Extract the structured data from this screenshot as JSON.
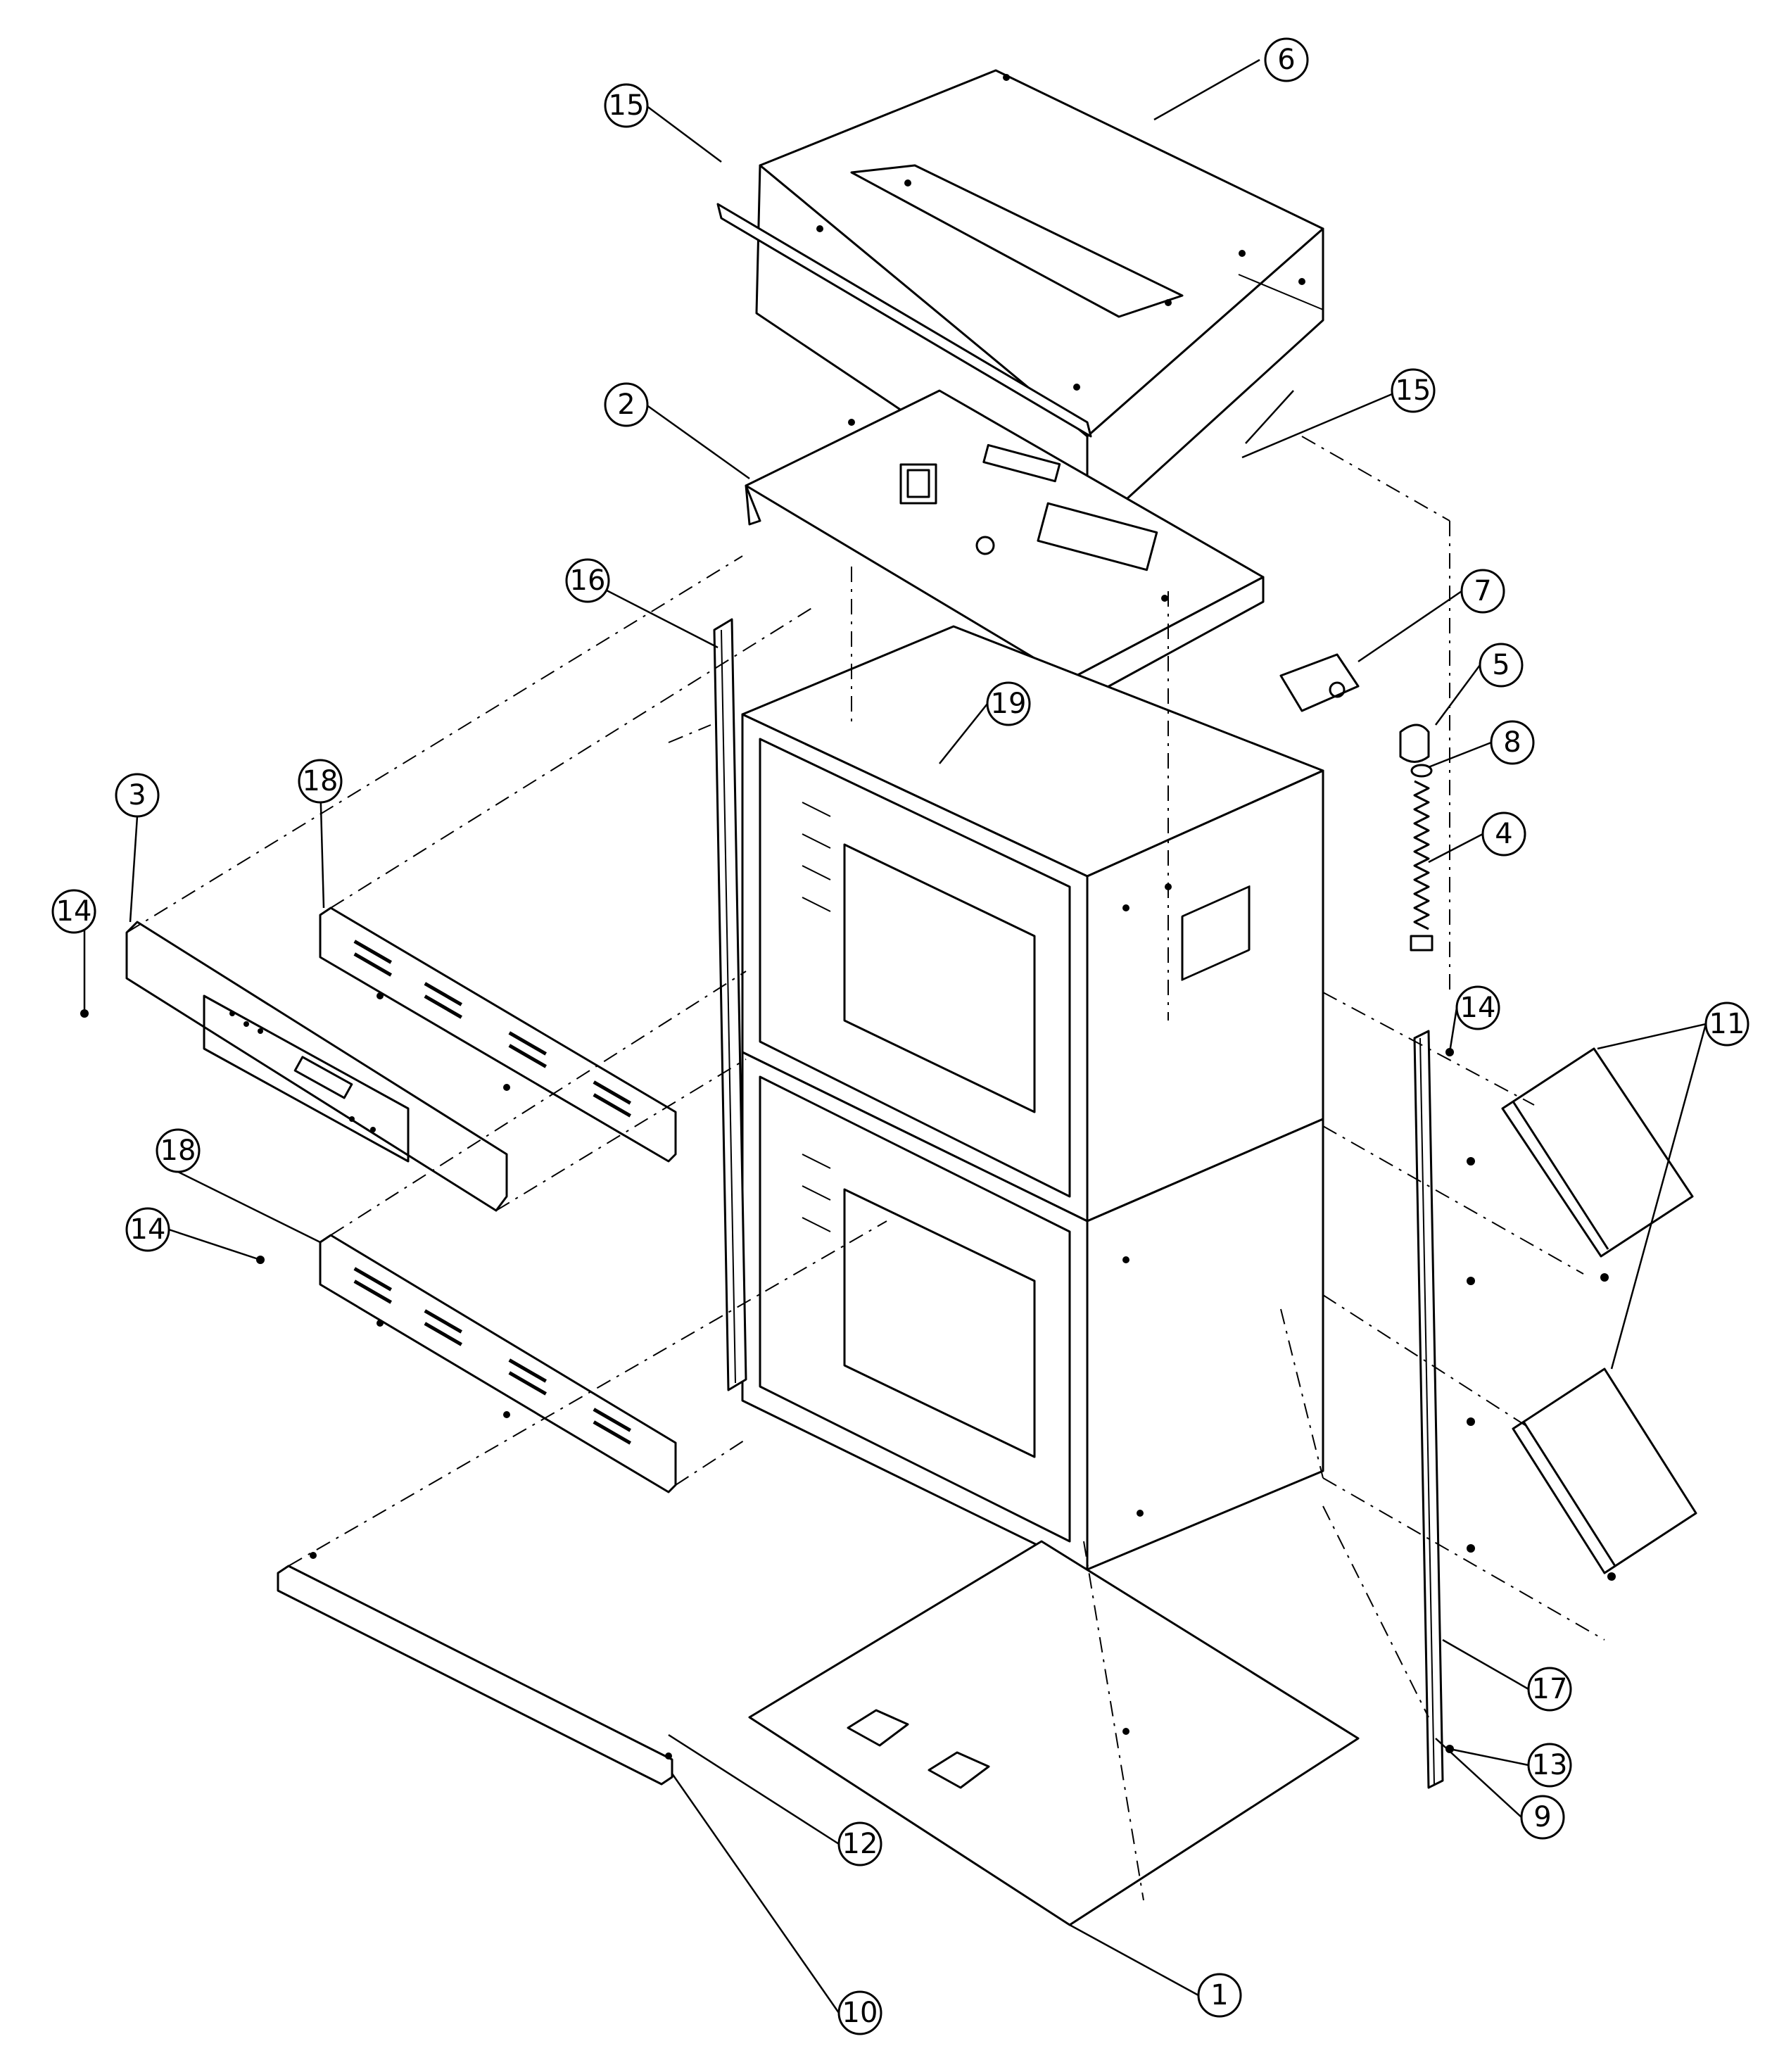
{
  "diagram": {
    "callouts": [
      {
        "id": "c15a",
        "label": "15"
      },
      {
        "id": "c6",
        "label": "6"
      },
      {
        "id": "c2",
        "label": "2"
      },
      {
        "id": "c15b",
        "label": "15"
      },
      {
        "id": "c16",
        "label": "16"
      },
      {
        "id": "c7",
        "label": "7"
      },
      {
        "id": "c19",
        "label": "19"
      },
      {
        "id": "c5",
        "label": "5"
      },
      {
        "id": "c8",
        "label": "8"
      },
      {
        "id": "c3",
        "label": "3"
      },
      {
        "id": "c18a",
        "label": "18"
      },
      {
        "id": "c4",
        "label": "4"
      },
      {
        "id": "c14a",
        "label": "14"
      },
      {
        "id": "c14b",
        "label": "14"
      },
      {
        "id": "c11",
        "label": "11"
      },
      {
        "id": "c18b",
        "label": "18"
      },
      {
        "id": "c14c",
        "label": "14"
      },
      {
        "id": "c17",
        "label": "17"
      },
      {
        "id": "c13",
        "label": "13"
      },
      {
        "id": "c12",
        "label": "12"
      },
      {
        "id": "c9",
        "label": "9"
      },
      {
        "id": "c10",
        "label": "10"
      },
      {
        "id": "c1",
        "label": "1"
      }
    ]
  }
}
